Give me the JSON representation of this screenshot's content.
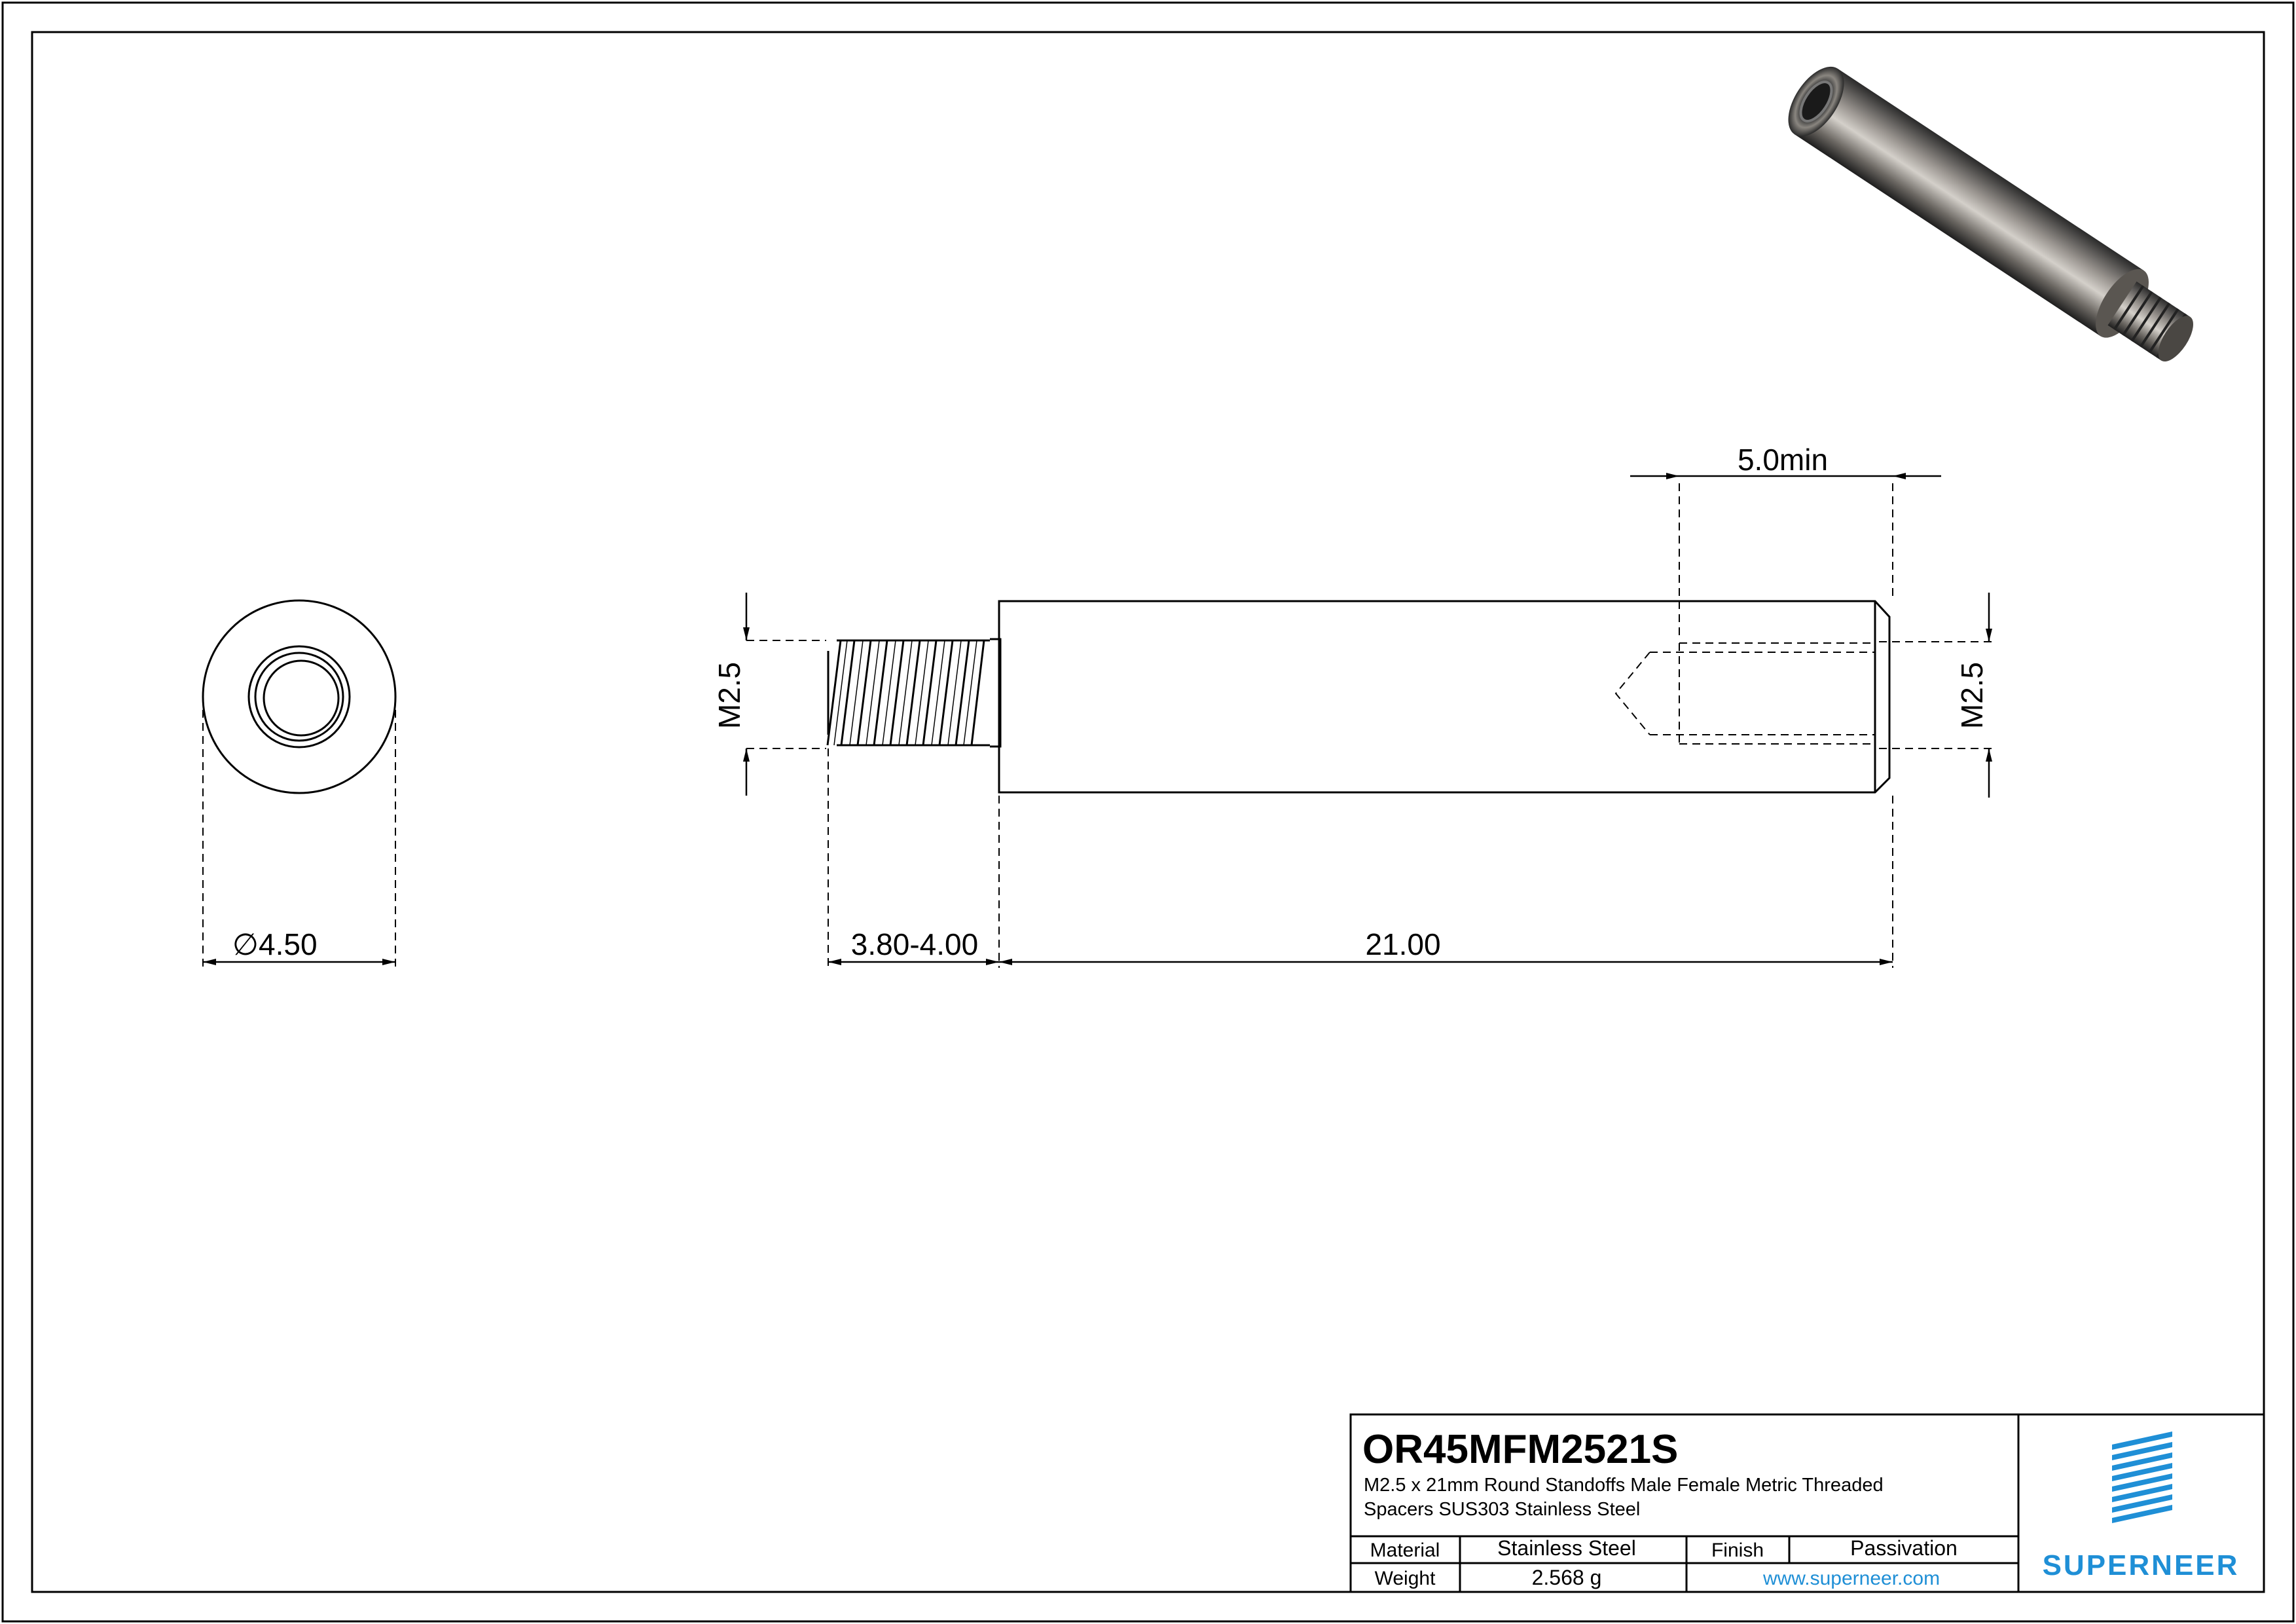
{
  "drawing": {
    "dimensions": {
      "diameter_symbol": "∅",
      "diameter_value": "4.50",
      "thread_length": "3.80-4.00",
      "body_length": "21.00",
      "tap_depth": "5.0min",
      "male_thread": "M2.5",
      "female_thread": "M2.5"
    }
  },
  "title_block": {
    "part_number": "OR45MFM2521S",
    "description_line1": "M2.5 x 21mm Round Standoffs Male Female Metric Threaded",
    "description_line2": "Spacers SUS303 Stainless Steel",
    "material_label": "Material",
    "material_value": "Stainless Steel",
    "finish_label": "Finish",
    "finish_value": "Passivation",
    "weight_label": "Weight",
    "weight_value": "2.568 g",
    "website": "www.superneer.com",
    "brand": "SUPERNEER"
  },
  "colors": {
    "line": "#000000",
    "brand_blue": "#1f8fd6"
  }
}
